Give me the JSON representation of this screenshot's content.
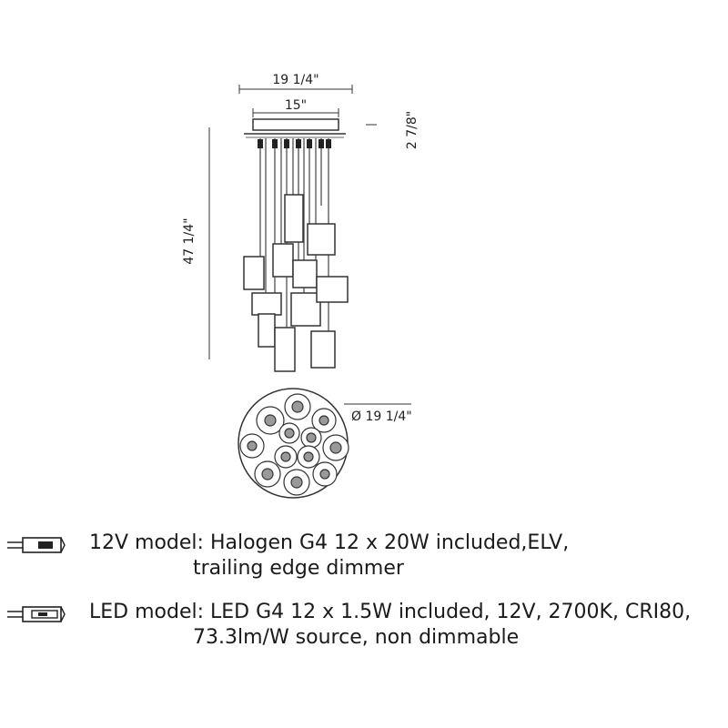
{
  "dimensions": {
    "overall_width": "19 1/4\"",
    "canopy_width": "15\"",
    "canopy_height": "2 7/8\"",
    "overall_height": "47 1/4\"",
    "diameter": "Ø 19 1/4\""
  },
  "specs": [
    {
      "line1": "12V model: Halogen G4 12 x 20W included,ELV,",
      "line2": "trailing edge dimmer",
      "icon": "bulb-icon"
    },
    {
      "line1": "LED model: LED G4 12 x 1.5W included, 12V, 2700K, CRI80,",
      "line2": "73.3lm/W source, non dimmable",
      "icon": "bulb-icon"
    }
  ]
}
